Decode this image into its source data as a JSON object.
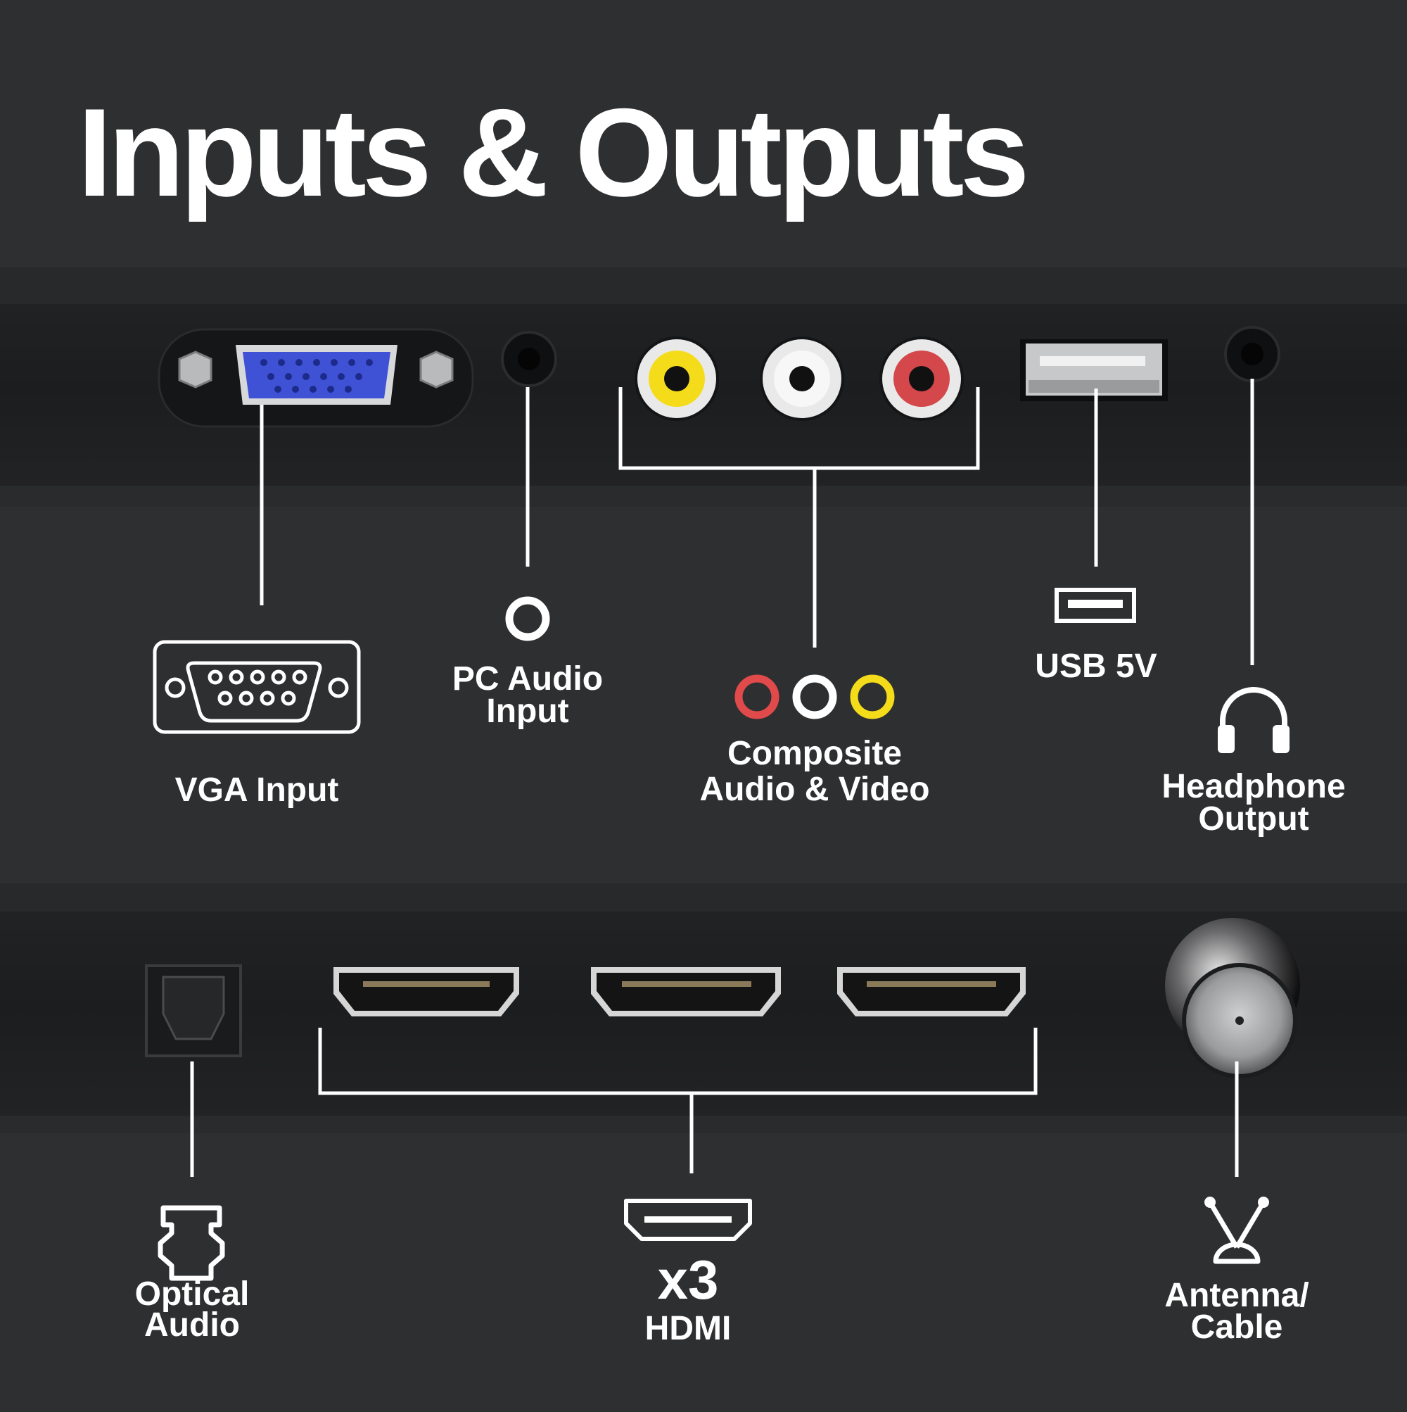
{
  "title": "Inputs & Outputs",
  "colors": {
    "background": "#2e2f31",
    "panel": "#1f2022",
    "vga_blue": "#3f52d6",
    "rca_yellow": "#f5dc1a",
    "rca_white": "#f2f2f2",
    "rca_red": "#e04a4a",
    "line": "#ffffff"
  },
  "ports": {
    "vga": {
      "label": "VGA Input",
      "icon": "vga-connector-icon"
    },
    "pc_audio": {
      "label_1": "PC Audio",
      "label_2": "Input",
      "icon": "ring-jack-icon"
    },
    "composite": {
      "label_1": "Composite",
      "label_2": "Audio & Video",
      "icon": "rca-three-rings-icon"
    },
    "usb": {
      "label": "USB 5V",
      "icon": "usb-port-icon"
    },
    "headphone": {
      "label_1": "Headphone",
      "label_2": "Output",
      "icon": "headphones-icon"
    },
    "optical": {
      "label_1": "Optical",
      "label_2": "Audio",
      "icon": "optical-toslink-icon"
    },
    "hdmi": {
      "count": "x3",
      "label": "HDMI",
      "icon": "hdmi-port-icon"
    },
    "antenna": {
      "label_1": "Antenna/",
      "label_2": "Cable",
      "icon": "antenna-icon"
    }
  }
}
